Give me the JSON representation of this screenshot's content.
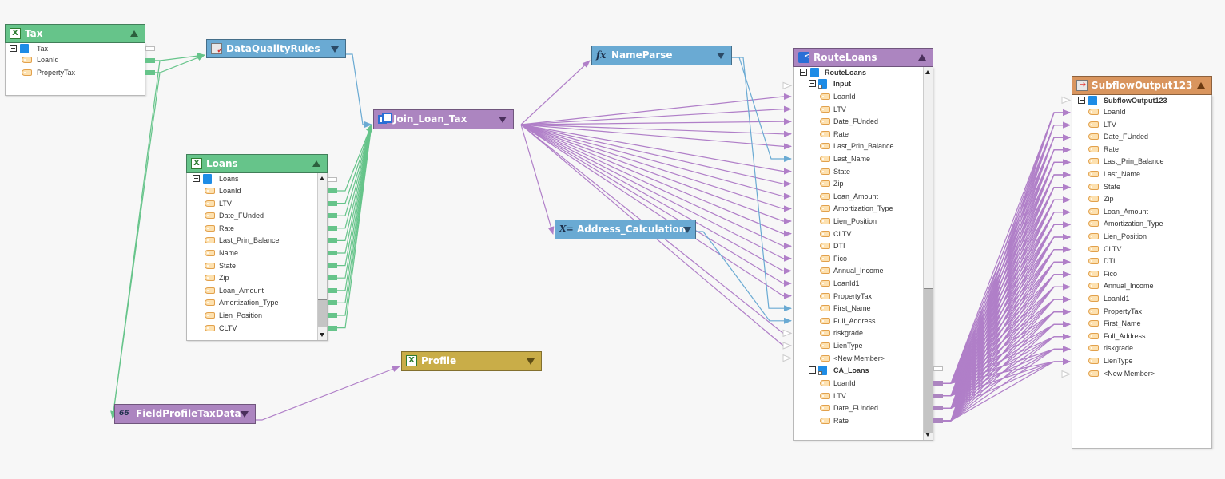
{
  "colors": {
    "source_green": "#66c48a",
    "transform_blue": "#6aaad3",
    "router_purple": "#ac85c0",
    "target_gold": "#c9ad48",
    "output_orange": "#d9955e",
    "wire_green": "#66c48a",
    "wire_purple": "#b07fc8",
    "wire_blue": "#6aaad3"
  },
  "nodes": {
    "tax": {
      "title": "Tax",
      "icon": "excel-icon",
      "root": "Tax",
      "fields": [
        "LoanId",
        "PropertyTax"
      ]
    },
    "loans": {
      "title": "Loans",
      "icon": "excel-icon",
      "root": "Loans",
      "fields": [
        "LoanId",
        "LTV",
        "Date_FUnded",
        "Rate",
        "Last_Prin_Balance",
        "Name",
        "State",
        "Zip",
        "Loan_Amount",
        "Amortization_Type",
        "Lien_Position",
        "CLTV"
      ]
    },
    "data_quality_rules": {
      "title": "DataQualityRules",
      "icon": "data-quality-icon"
    },
    "join_loan_tax": {
      "title": "Join_Loan_Tax",
      "icon": "join-icon"
    },
    "name_parse": {
      "title": "NameParse",
      "icon": "function-icon",
      "icon_glyph": "fx"
    },
    "address_calculation": {
      "title": "Address_Calculation",
      "icon": "calculation-icon",
      "icon_glyph": "X="
    },
    "field_profile": {
      "title": "FieldProfileTaxData",
      "icon": "glasses-icon",
      "icon_glyph": "66"
    },
    "profile": {
      "title": "Profile",
      "icon": "excel-icon"
    },
    "route_loans": {
      "title": "RouteLoans",
      "icon": "router-icon",
      "root": "RouteLoans",
      "groups": [
        {
          "name": "Input",
          "fields": [
            "LoanId",
            "LTV",
            "Date_FUnded",
            "Rate",
            "Last_Prin_Balance",
            "Last_Name",
            "State",
            "Zip",
            "Loan_Amount",
            "Amortization_Type",
            "Lien_Position",
            "CLTV",
            "DTI",
            "Fico",
            "Annual_Income",
            "LoanId1",
            "PropertyTax",
            "First_Name",
            "Full_Address",
            "riskgrade",
            "LienType",
            "<New Member>"
          ]
        },
        {
          "name": "CA_Loans",
          "fields": [
            "LoanId",
            "LTV",
            "Date_FUnded",
            "Rate"
          ]
        }
      ]
    },
    "subflow_output": {
      "title": "SubflowOutput123",
      "icon": "subflow-output-icon",
      "root": "SubflowOutput123",
      "fields": [
        "LoanId",
        "LTV",
        "Date_FUnded",
        "Rate",
        "Last_Prin_Balance",
        "Last_Name",
        "State",
        "Zip",
        "Loan_Amount",
        "Amortization_Type",
        "Lien_Position",
        "CLTV",
        "DTI",
        "Fico",
        "Annual_Income",
        "LoanId1",
        "PropertyTax",
        "First_Name",
        "Full_Address",
        "riskgrade",
        "LienType",
        "<New Member>"
      ]
    }
  }
}
